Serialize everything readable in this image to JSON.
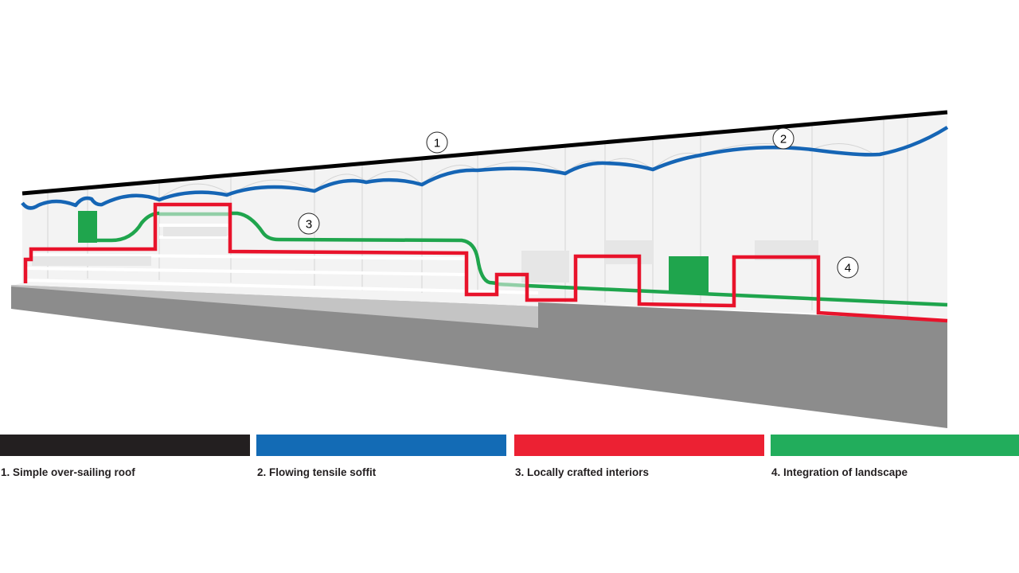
{
  "callouts": [
    "1",
    "2",
    "3",
    "4"
  ],
  "legend": [
    {
      "label": "1. Simple over-sailing roof",
      "color": "#231f20"
    },
    {
      "label": "2. Flowing tensile soffit",
      "color": "#136bb5"
    },
    {
      "label": "3. Locally crafted interiors",
      "color": "#ec2133"
    },
    {
      "label": "4. Integration of landscape",
      "color": "#22ad5c"
    }
  ],
  "colors": {
    "roof": "#000000",
    "soffit": "#1565b5",
    "interiors": "#e8132b",
    "landscape": "#1fa54d",
    "ground": "#8c8c8c"
  }
}
